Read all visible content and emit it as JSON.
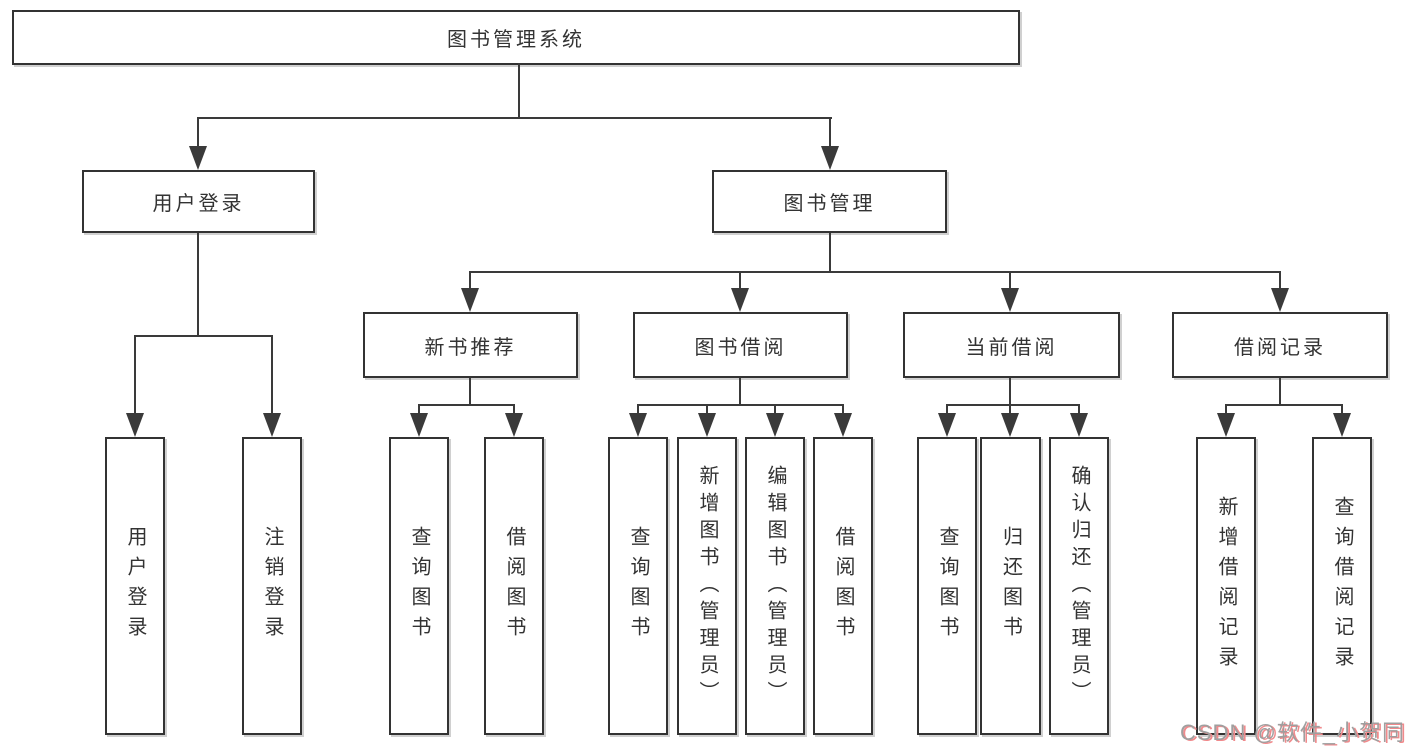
{
  "diagram_type": "hierarchical function-structure diagram",
  "watermark": "CSDN @软件_小贺同学",
  "colors": {
    "background": "#ffffff",
    "box_border": "#333333",
    "connector_line": "#3a3a3a",
    "text": "#333333",
    "watermark_text": "#9f9f9f",
    "watermark_shadow": "#f08a8c"
  },
  "tree": {
    "label": "图书管理系统",
    "children": [
      {
        "label": "用户登录",
        "children": [
          {
            "label": "用户登录"
          },
          {
            "label": "注销登录"
          }
        ]
      },
      {
        "label": "图书管理",
        "children": [
          {
            "label": "新书推荐",
            "children": [
              {
                "label": "查询图书"
              },
              {
                "label": "借阅图书"
              }
            ]
          },
          {
            "label": "图书借阅",
            "children": [
              {
                "label": "查询图书"
              },
              {
                "label": "新增图书（管理员）"
              },
              {
                "label": "编辑图书（管理员）"
              },
              {
                "label": "借阅图书"
              }
            ]
          },
          {
            "label": "当前借阅",
            "children": [
              {
                "label": "查询图书"
              },
              {
                "label": "归还图书"
              },
              {
                "label": "确认归还（管理员）"
              }
            ]
          },
          {
            "label": "借阅记录",
            "children": [
              {
                "label": "新增借阅记录"
              },
              {
                "label": "查询借阅记录"
              }
            ]
          }
        ]
      }
    ]
  }
}
